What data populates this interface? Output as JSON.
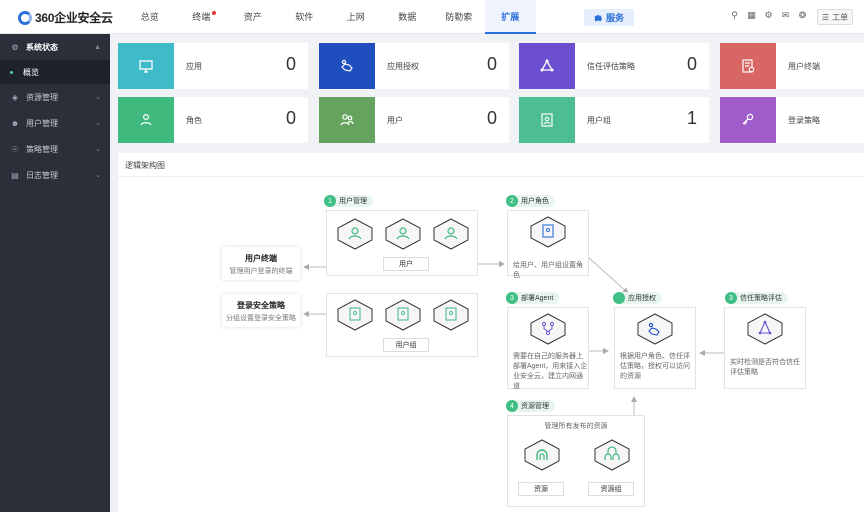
{
  "app": {
    "logo_text": "360企业安全云"
  },
  "nav": {
    "items": [
      "总览",
      "终端",
      "资产",
      "软件",
      "上网",
      "数据",
      "防勒索",
      "扩展"
    ],
    "active_index": 7,
    "service_label": "服务",
    "ticket_label": "工单"
  },
  "sidebar": {
    "items": [
      {
        "label": "系统状态",
        "icon": "gear-icon",
        "open": true
      },
      {
        "label": "资源管理",
        "icon": "layers-icon"
      },
      {
        "label": "用户管理",
        "icon": "user-icon"
      },
      {
        "label": "策略管理",
        "icon": "bulb-icon"
      },
      {
        "label": "日志管理",
        "icon": "log-icon"
      }
    ],
    "sub_item": "概览"
  },
  "cards": [
    {
      "label": "应用",
      "value": "0",
      "color": "#3fbac8",
      "icon": "monitor-icon"
    },
    {
      "label": "应用授权",
      "value": "0",
      "color": "#1f4fbf",
      "icon": "hand-key-icon"
    },
    {
      "label": "信任评估策略",
      "value": "0",
      "color": "#6b4fd0",
      "icon": "triangle-nodes-icon"
    },
    {
      "label": "用户终端",
      "value": "",
      "color": "#d76664",
      "icon": "terminal-doc-icon"
    },
    {
      "label": "角色",
      "value": "0",
      "color": "#3fb97e",
      "icon": "role-icon"
    },
    {
      "label": "用户",
      "value": "0",
      "color": "#66a35f",
      "icon": "users-icon"
    },
    {
      "label": "用户组",
      "value": "1",
      "color": "#4dbd93",
      "icon": "user-card-icon"
    },
    {
      "label": "登录策略",
      "value": "",
      "color": "#a05cc9",
      "icon": "key-icon"
    }
  ],
  "panel": {
    "title": "逻辑架构图",
    "terminal": {
      "title": "用户终端",
      "sub": "管理用户登录的终端"
    },
    "login_policy": {
      "title": "登录安全策略",
      "sub": "分组设置登录安全策略"
    },
    "user_mgmt": {
      "num": "1",
      "label": "用户管理",
      "chip": "用户",
      "chip2": "用户组"
    },
    "user_role": {
      "num": "2",
      "label": "用户角色",
      "desc": "给用户、用户组设置角色"
    },
    "agent": {
      "num": "3",
      "label": "部署Agent",
      "desc": "需要在自己的服务器上部署Agent，用来接入企业安全云，建立内网通道"
    },
    "app_auth": {
      "num": "",
      "label": "应用授权",
      "desc": "根据用户角色、信任评估策略，授权可以访问的资源"
    },
    "trust": {
      "num": "3",
      "label": "信任策略评估",
      "desc": "实时检测是否符合信任评估策略"
    },
    "resource": {
      "num": "4",
      "label": "资源管理",
      "desc": "管理所有发布的资源",
      "chip1": "资源",
      "chip2": "资源组"
    }
  }
}
